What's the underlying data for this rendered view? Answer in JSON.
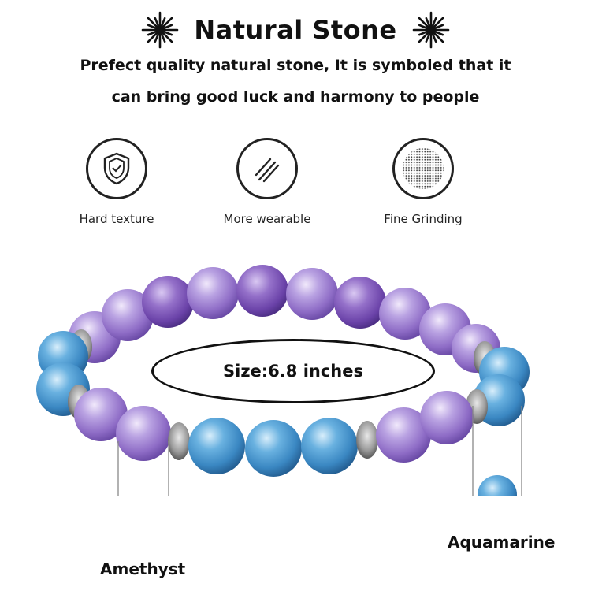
{
  "header": {
    "title": "Natural Stone",
    "tagline_line1": "Prefect quality natural stone, It is symboled that it",
    "tagline_line2": "can bring good luck and harmony to people"
  },
  "features": [
    {
      "label": "Hard texture",
      "icon": "shield-icon"
    },
    {
      "label": "More wearable",
      "icon": "diagonal-lines-icon"
    },
    {
      "label": "Fine Grinding",
      "icon": "dot-grid-icon"
    }
  ],
  "size": {
    "label": "Size:6.8 inches"
  },
  "stones": {
    "amethyst": {
      "name": "Amethyst",
      "color": "#a184cf"
    },
    "aquamarine": {
      "name": "Aquamarine",
      "color": "#4b9fd4"
    }
  }
}
